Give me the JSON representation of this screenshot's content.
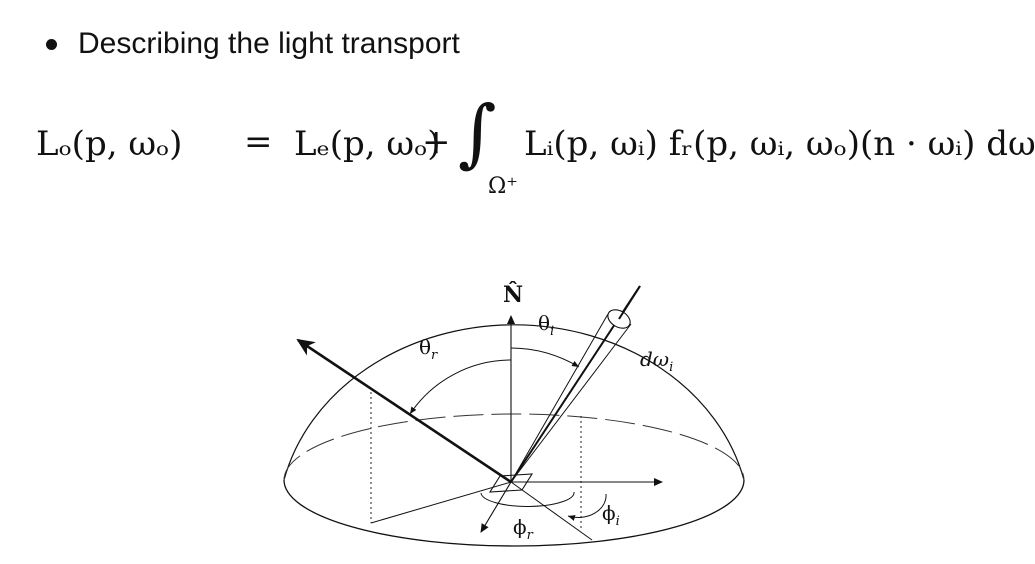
{
  "slide": {
    "bullet": "Describing the light transport"
  },
  "equation": {
    "lhs": "L_o(p, ω_o)",
    "lhs_display": "Lₒ(p, ωₒ)",
    "equals": "=",
    "term1": "Lₑ(p, ωₒ)",
    "plus": "+",
    "integral_symbol": "∫",
    "integral_domain": "Ω⁺",
    "integrand": "Lᵢ(p, ωᵢ) fᵣ(p, ωᵢ, ωₒ)(n · ωᵢ) dωᵢ"
  },
  "diagram": {
    "normal_label": "N̂",
    "theta_i": "θ",
    "theta_i_sub": "i",
    "theta_r": "θ",
    "theta_r_sub": "r",
    "d_omega": "dω",
    "d_omega_sub": "i",
    "phi_i": "ϕ",
    "phi_i_sub": "i",
    "phi_r": "ϕ",
    "phi_r_sub": "r"
  }
}
